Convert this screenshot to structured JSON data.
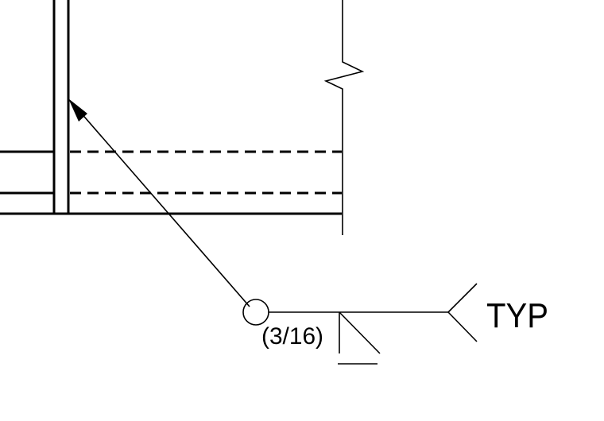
{
  "weld_symbol": {
    "size_label": "(3/16)",
    "tail_note": "TYP",
    "weld_type": "fillet",
    "field_weld_all_around": true
  },
  "colors": {
    "line": "#000000",
    "background": "#ffffff"
  }
}
